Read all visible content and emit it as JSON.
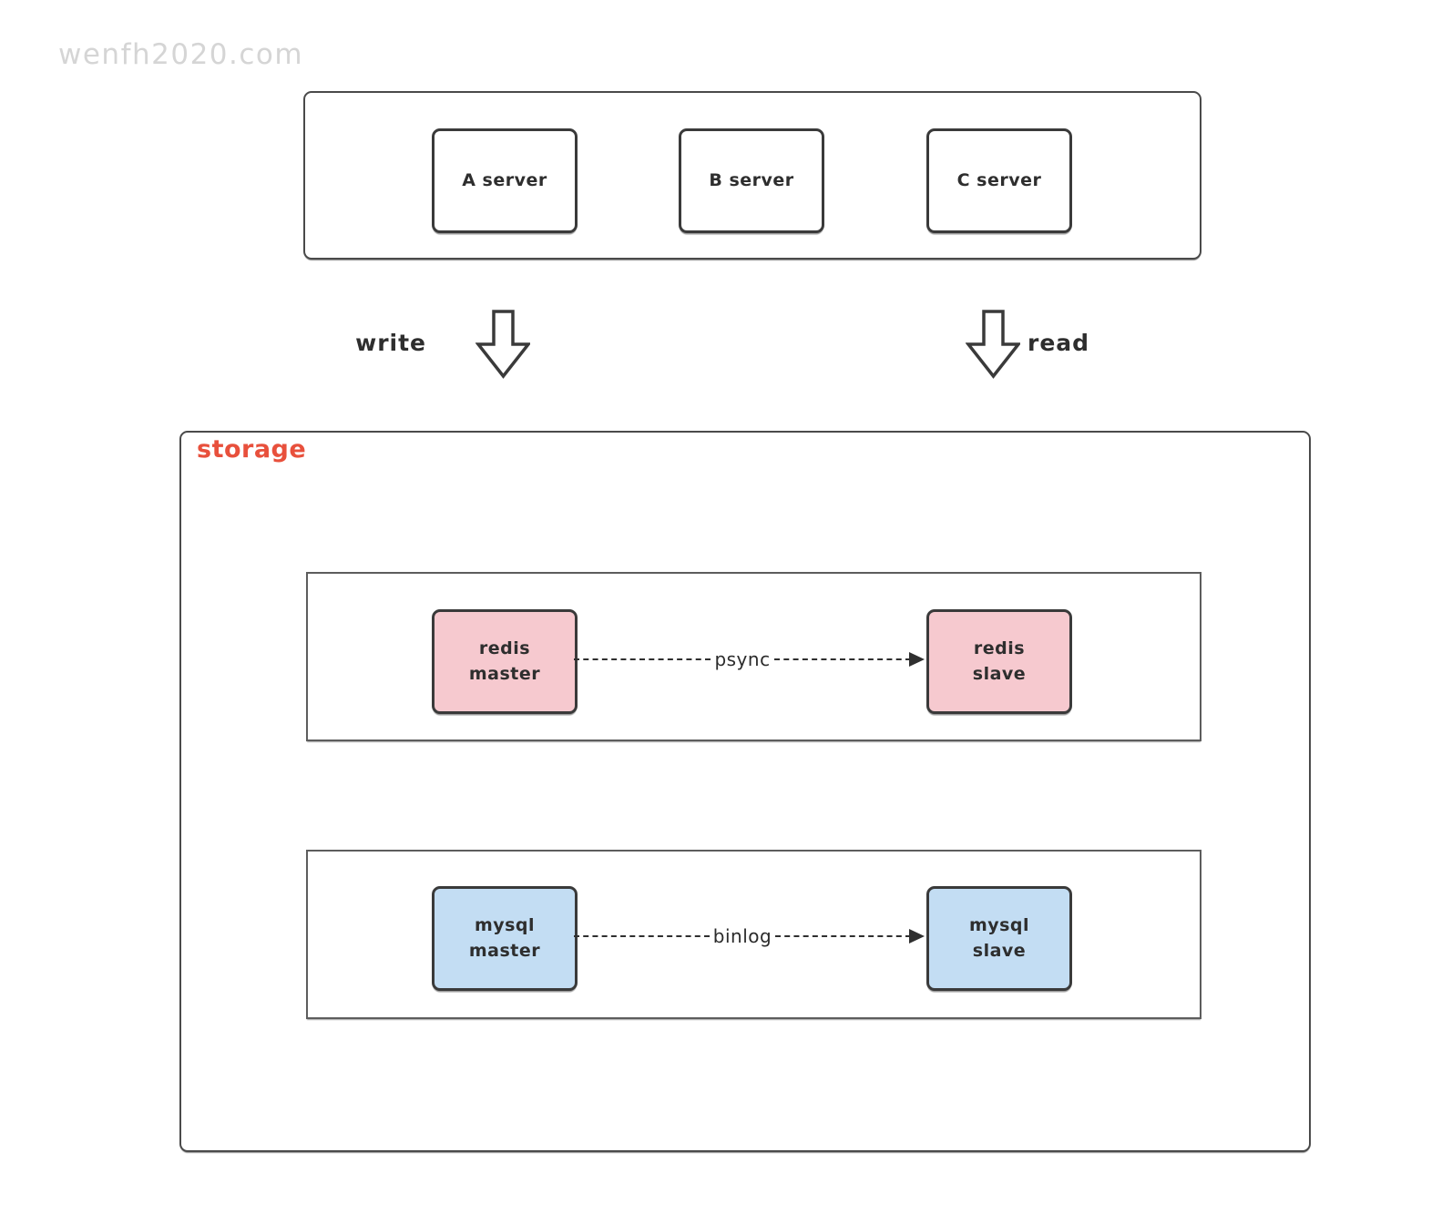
{
  "watermark": "wenfh2020.com",
  "colors": {
    "outline": "#3a3a3a",
    "storage_label": "#e8503c",
    "redis_fill": "#f6c9cf",
    "mysql_fill": "#c3ddf3",
    "watermark": "#d5d5d5"
  },
  "servers": [
    {
      "label": "A server"
    },
    {
      "label": "B server"
    },
    {
      "label": "C server"
    }
  ],
  "flows": {
    "write_label": "write",
    "read_label": "read"
  },
  "storage": {
    "label": "storage",
    "redis": {
      "master_line1": "redis",
      "master_line2": "master",
      "slave_line1": "redis",
      "slave_line2": "slave",
      "link_label": "psync"
    },
    "mysql": {
      "master_line1": "mysql",
      "master_line2": "master",
      "slave_line1": "mysql",
      "slave_line2": "slave",
      "link_label": "binlog"
    }
  }
}
